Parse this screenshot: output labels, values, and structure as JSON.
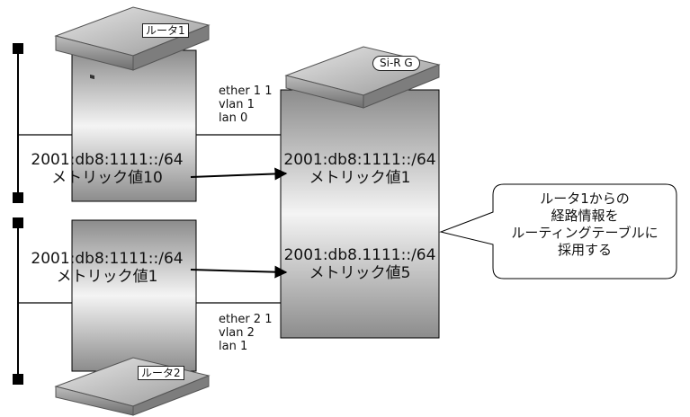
{
  "routers": {
    "router1": {
      "label": "ルータ1"
    },
    "router2": {
      "label": "ルータ2"
    },
    "sirg": {
      "label": "Si-R G"
    }
  },
  "ports": {
    "upper": [
      "ether 1 1",
      "vlan 1",
      "lan 0"
    ],
    "lower": [
      "ether 2 1",
      "vlan 2",
      "lan 1"
    ]
  },
  "routes": {
    "router1_adv": {
      "prefix": "2001:db8:1111::/64",
      "metric": "メトリック値10"
    },
    "router2_adv": {
      "prefix": "2001:db8:1111::/64",
      "metric": "メトリック値1"
    },
    "sirg_upper": {
      "prefix": "2001:db8:1111::/64",
      "metric": "メトリック値1"
    },
    "sirg_lower": {
      "prefix": "2001:db8.1111::/64",
      "metric": "メトリック値5"
    }
  },
  "callout": {
    "lines": [
      "ルータ1からの",
      "経路情報を",
      "ルーティングテーブルに",
      "採用する"
    ]
  },
  "colors": {
    "line": "#000000",
    "panel_dark": "#8a8a8a",
    "panel_light": "#f2f2f2"
  }
}
